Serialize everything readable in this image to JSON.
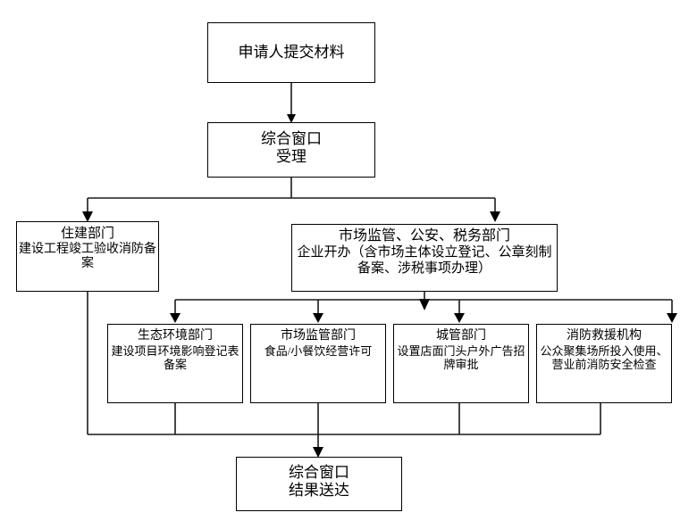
{
  "diagram": {
    "type": "flowchart",
    "orientation": "top-down",
    "language": "zh-CN",
    "line_color": "#000000",
    "box_fill": "#ffffff",
    "box_border": "#000000",
    "text_color": "#000000"
  },
  "nodes": {
    "applicant_submit": {
      "title": "申请人提交材料",
      "desc": ""
    },
    "window_accept": {
      "title": "综合窗口",
      "desc": "受理"
    },
    "housing_construction": {
      "title": "住建部门",
      "desc": "建设工程竣工验收消防备案"
    },
    "market_police_tax": {
      "title": "市场监管、公安、税务部门",
      "desc": "企业开办（含市场主体设立登记、公章刻制备案、涉税事项办理）"
    },
    "eco_environment": {
      "title": "生态环境部门",
      "desc": "建设项目环境影响登记表备案"
    },
    "market_supervision": {
      "title": "市场监管部门",
      "desc": "食品/小餐饮经营许可"
    },
    "urban_management": {
      "title": "城管部门",
      "desc": "设置店面门头户外广告招牌审批"
    },
    "fire_rescue": {
      "title": "消防救援机构",
      "desc": "公众聚集场所投入使用、营业前消防安全检查"
    },
    "window_deliver": {
      "title": "综合窗口",
      "desc": "结果送达"
    }
  },
  "edges": [
    {
      "from": "applicant_submit",
      "to": "window_accept",
      "label": ""
    },
    {
      "from": "window_accept",
      "to": "housing_construction",
      "label": ""
    },
    {
      "from": "window_accept",
      "to": "market_police_tax",
      "label": ""
    },
    {
      "from": "market_police_tax",
      "to": "eco_environment",
      "label": ""
    },
    {
      "from": "market_police_tax",
      "to": "market_supervision",
      "label": ""
    },
    {
      "from": "market_police_tax",
      "to": "urban_management",
      "label": ""
    },
    {
      "from": "market_police_tax",
      "to": "fire_rescue",
      "label": ""
    },
    {
      "from": "housing_construction",
      "to": "window_deliver",
      "label": ""
    },
    {
      "from": "eco_environment",
      "to": "window_deliver",
      "label": ""
    },
    {
      "from": "market_supervision",
      "to": "window_deliver",
      "label": ""
    },
    {
      "from": "urban_management",
      "to": "window_deliver",
      "label": ""
    },
    {
      "from": "fire_rescue",
      "to": "window_deliver",
      "label": ""
    }
  ]
}
